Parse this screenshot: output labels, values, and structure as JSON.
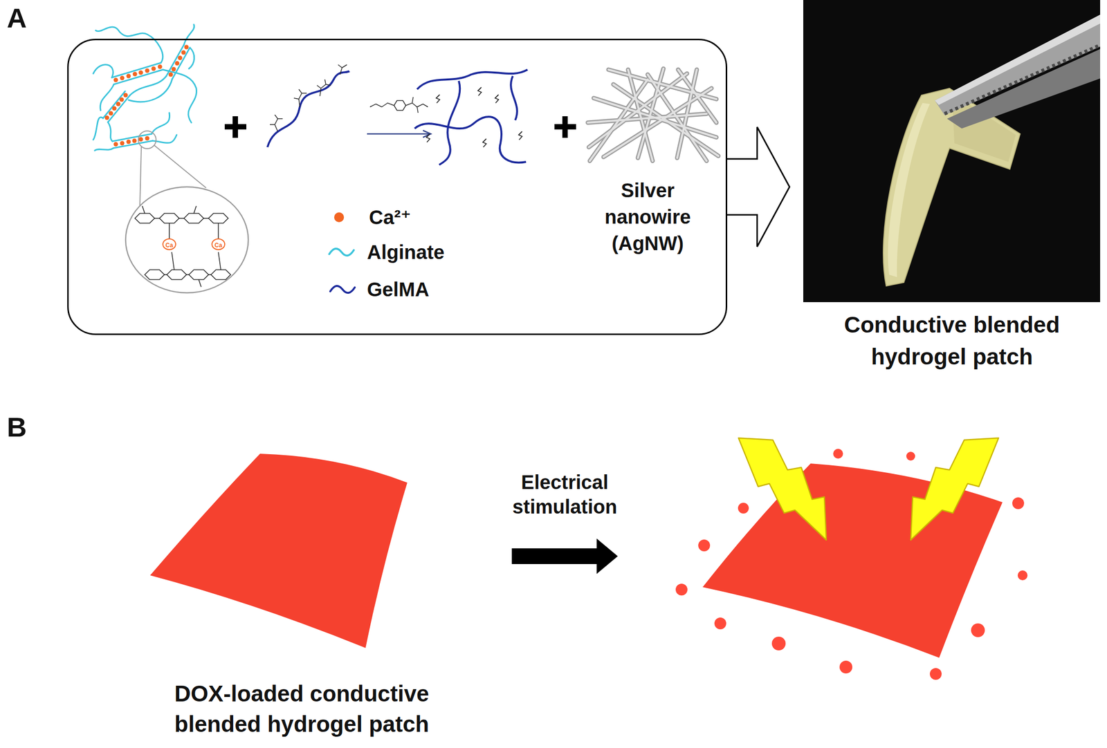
{
  "diagram": {
    "nodes": [
      {
        "text": [
          "Silver nanowire (AgNW)"
        ]
      },
      {
        "text": [
          "Conductive blended hydrogel patch"
        ]
      },
      {
        "text": [
          "DOX-loaded conductive blended hydrogel patch"
        ]
      }
    ],
    "edges": [
      {
        "from": 0,
        "to": 1,
        "arrow": "to"
      }
    ],
    "labels": [
      "A",
      "B",
      "Electrical stimulation",
      "Ca",
      "Ca"
    ],
    "legend": [
      {
        "text": "Ca²⁺",
        "color": "#f26522"
      },
      {
        "text": "Alginate"
      },
      {
        "text": "GelMA"
      }
    ]
  }
}
